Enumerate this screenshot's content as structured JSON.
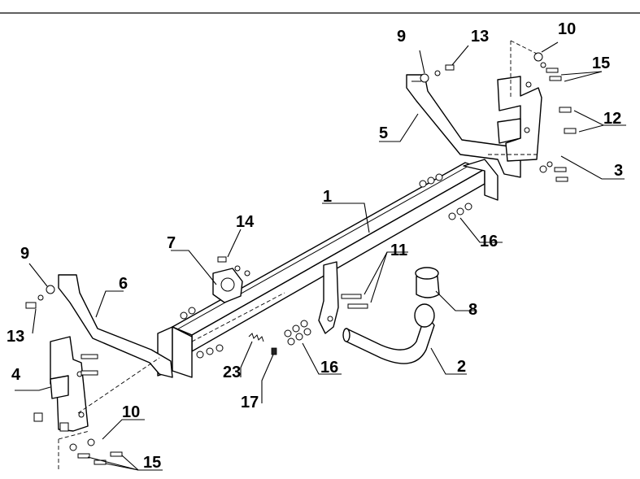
{
  "diagram": {
    "callouts": [
      {
        "id": "c1",
        "text": "1"
      },
      {
        "id": "c2",
        "text": "2"
      },
      {
        "id": "c3",
        "text": "3"
      },
      {
        "id": "c4",
        "text": "4"
      },
      {
        "id": "c5",
        "text": "5"
      },
      {
        "id": "c6",
        "text": "6"
      },
      {
        "id": "c7",
        "text": "7"
      },
      {
        "id": "c8",
        "text": "8"
      },
      {
        "id": "c9a",
        "text": "9"
      },
      {
        "id": "c9b",
        "text": "9"
      },
      {
        "id": "c10a",
        "text": "10"
      },
      {
        "id": "c10b",
        "text": "10"
      },
      {
        "id": "c11",
        "text": "11"
      },
      {
        "id": "c12",
        "text": "12"
      },
      {
        "id": "c13a",
        "text": "13"
      },
      {
        "id": "c13b",
        "text": "13"
      },
      {
        "id": "c14",
        "text": "14"
      },
      {
        "id": "c15a",
        "text": "15"
      },
      {
        "id": "c15b",
        "text": "15"
      },
      {
        "id": "c16a",
        "text": "16"
      },
      {
        "id": "c16b",
        "text": "16"
      },
      {
        "id": "c17",
        "text": "17"
      },
      {
        "id": "c23",
        "text": "23"
      }
    ]
  }
}
